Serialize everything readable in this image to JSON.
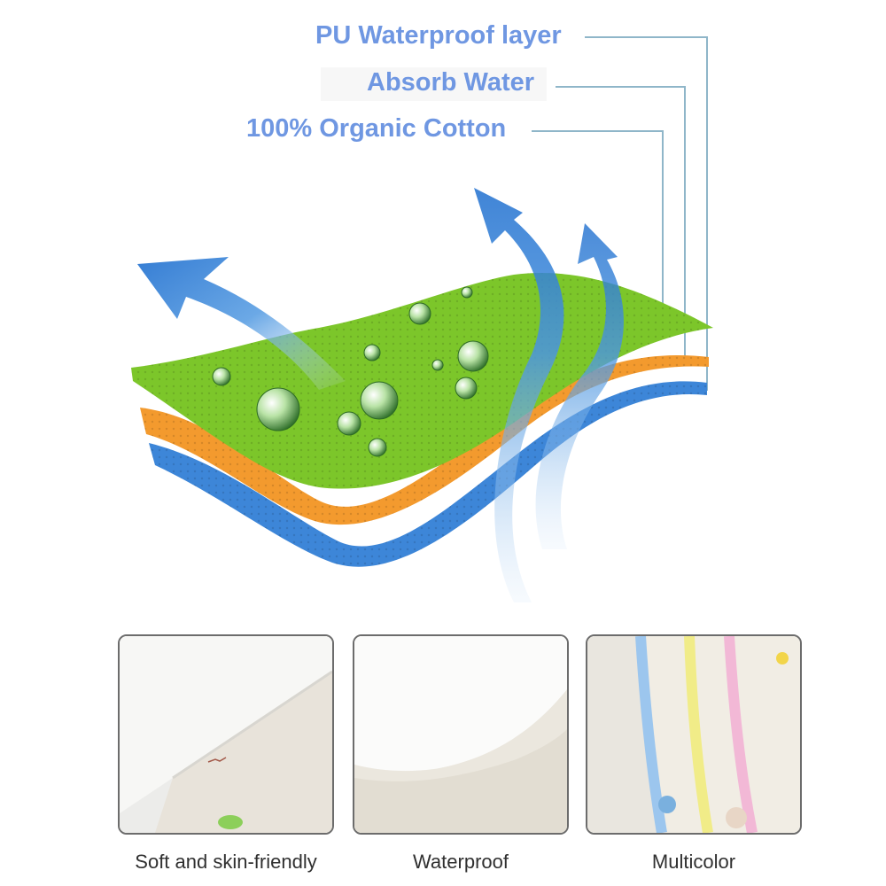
{
  "layers": {
    "top": "PU Waterproof layer",
    "middle": "Absorb Water",
    "bottom": "100% Organic Cotton"
  },
  "features": [
    {
      "caption": "Soft and skin-friendly"
    },
    {
      "caption": "Waterproof"
    },
    {
      "caption": "Multicolor"
    }
  ],
  "colors": {
    "label_text": "#6f97e2",
    "top_layer": "#7cc62a",
    "middle_layer": "#f39a2e",
    "bottom_layer": "#3d86d8",
    "arrow": "#2f7fd6"
  }
}
